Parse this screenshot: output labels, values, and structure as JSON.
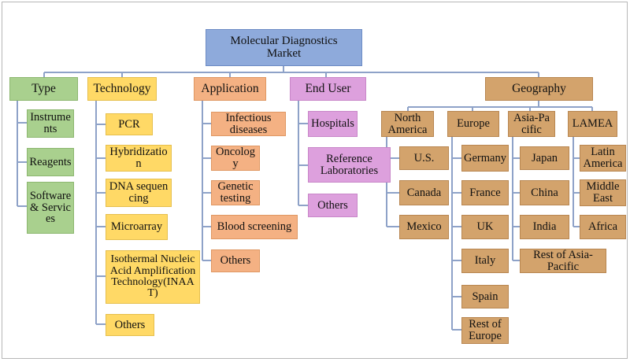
{
  "root": "Molecular Diagnostics Market",
  "categories": {
    "type": {
      "label": "Type",
      "items": [
        "Instruments",
        "Reagents",
        "Software & Services"
      ]
    },
    "technology": {
      "label": "Technology",
      "items": [
        "PCR",
        "Hybridization",
        "DNA sequencing",
        "Microarray",
        "Isothermal Nucleic Acid Amplification Technology(INAAT)",
        "Others"
      ]
    },
    "application": {
      "label": "Application",
      "items": [
        "Infectious diseases",
        "Oncology",
        "Genetic testing",
        "Blood screening",
        "Others"
      ]
    },
    "end_user": {
      "label": "End User",
      "items": [
        "Hospitals",
        "Reference Laboratories",
        "Others"
      ]
    },
    "geography": {
      "label": "Geography",
      "regions": {
        "north_america": {
          "label": "North America",
          "items": [
            "U.S.",
            "Canada",
            "Mexico"
          ]
        },
        "europe": {
          "label": "Europe",
          "items": [
            "Germany",
            "France",
            "UK",
            "Italy",
            "Spain",
            "Rest of Europe"
          ]
        },
        "asia_pacific": {
          "label": "Asia-Pacific",
          "items": [
            "Japan",
            "China",
            "India",
            "Rest of Asia-Pacific"
          ]
        },
        "lamea": {
          "label": "LAMEA",
          "items": [
            "Latin America",
            "Middle East",
            "Africa"
          ]
        }
      }
    }
  },
  "colors": {
    "root": "#8eaadb",
    "type": "#a9d08e",
    "technology": "#ffd966",
    "application": "#f4b183",
    "end_user": "#dda0dd",
    "geography": "#d3a36c",
    "connector": "#8ea2c8"
  }
}
